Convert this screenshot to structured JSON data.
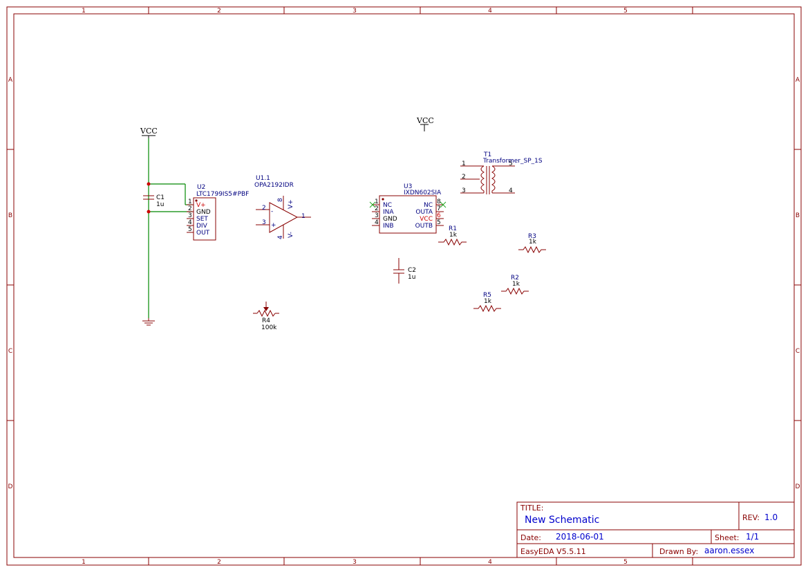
{
  "frame": {
    "col_labels": [
      "1",
      "2",
      "3",
      "4",
      "5"
    ],
    "row_labels": [
      "A",
      "B",
      "C",
      "D"
    ]
  },
  "power": {
    "vcc_left": "VCC",
    "vcc_right": "VCC"
  },
  "parts": {
    "c1": {
      "ref": "C1",
      "value": "1u"
    },
    "c2": {
      "ref": "C2",
      "value": "1u"
    },
    "u2": {
      "ref": "U2",
      "value": "LTC1799IS5#PBF",
      "pins": [
        {
          "num": "1",
          "name": "V+"
        },
        {
          "num": "2",
          "name": "GND"
        },
        {
          "num": "3",
          "name": "SET"
        },
        {
          "num": "4",
          "name": "DIV"
        },
        {
          "num": "5",
          "name": "OUT"
        }
      ]
    },
    "u1": {
      "ref": "U1.1",
      "value": "OPA2192IDR",
      "pins": {
        "inv": "2",
        "noninv": "3",
        "out": "1",
        "vplus": "8",
        "vminus": "4",
        "vplus_name": "V+",
        "vminus_name": "V-",
        "minus_sign": "-",
        "plus_sign": "+"
      }
    },
    "u3": {
      "ref": "U3",
      "value": "IXDN602SIA",
      "left_pins": [
        {
          "num": "1",
          "name": "NC"
        },
        {
          "num": "2",
          "name": "INA"
        },
        {
          "num": "3",
          "name": "GND"
        },
        {
          "num": "4",
          "name": "INB"
        }
      ],
      "right_pins": [
        {
          "num": "8",
          "name": "NC"
        },
        {
          "num": "7",
          "name": "OUTA"
        },
        {
          "num": "6",
          "name": "VCC"
        },
        {
          "num": "5",
          "name": "OUTB"
        }
      ]
    },
    "t1": {
      "ref": "T1",
      "value": "Transformer_SP_1S",
      "pins": [
        "1",
        "2",
        "3",
        "4",
        "5"
      ]
    },
    "r1": {
      "ref": "R1",
      "value": "1k"
    },
    "r2": {
      "ref": "R2",
      "value": "1k"
    },
    "r3": {
      "ref": "R3",
      "value": "1k"
    },
    "r4": {
      "ref": "R4",
      "value": "100k"
    },
    "r5": {
      "ref": "R5",
      "value": "1k"
    }
  },
  "title_block": {
    "title_label": "TITLE:",
    "title": "New Schematic",
    "rev_label": "REV:",
    "rev": "1.0",
    "date_label": "Date:",
    "date": "2018-06-01",
    "sheet_label": "Sheet:",
    "sheet": "1/1",
    "tool": "EasyEDA V5.5.11",
    "drawn_label": "Drawn By:",
    "drawn_by": "aaron.essex"
  }
}
